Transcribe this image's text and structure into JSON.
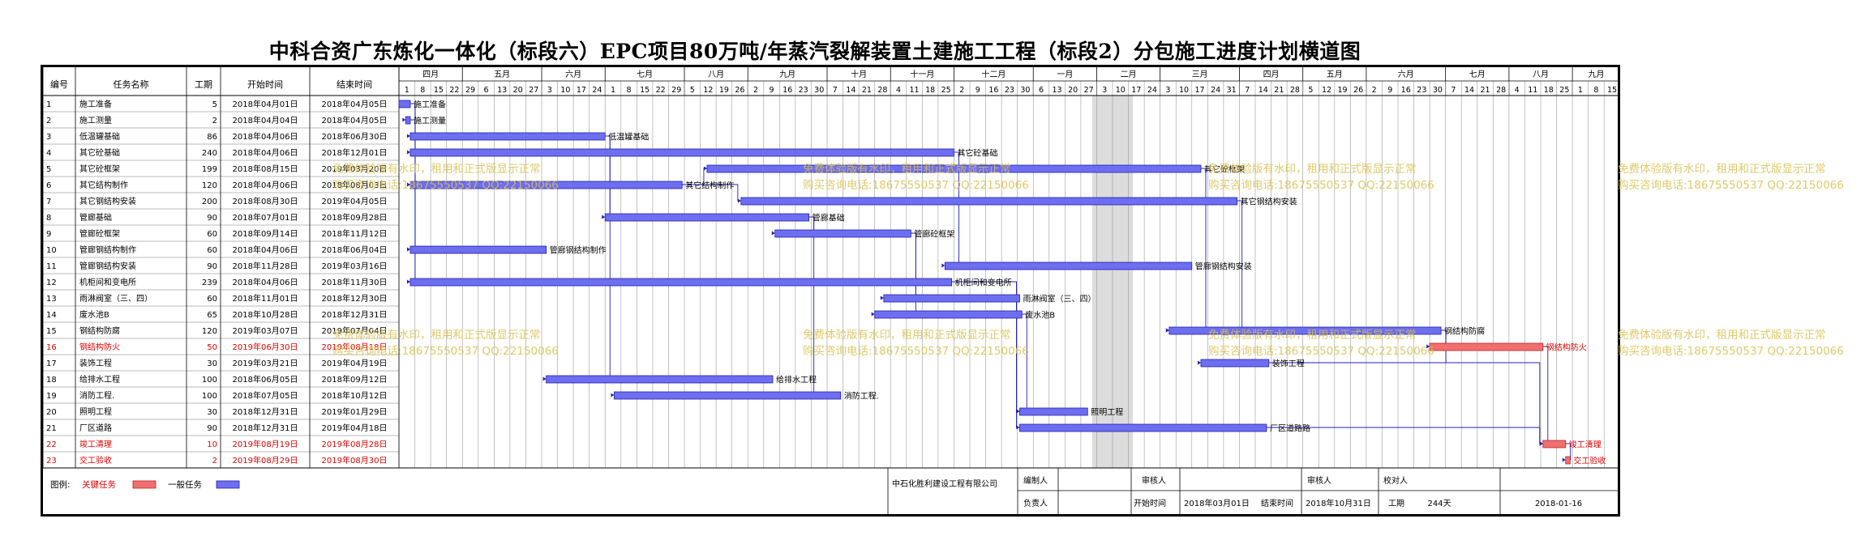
{
  "title": "中科合资广东炼化一体化（标段六）EPC项目80万吨/年蒸汽裂解装置土建施工工程（标段2）分包施工进度计划横道图",
  "colors": {
    "normal": "#6e6ef0",
    "normal_stroke": "#2020b0",
    "critical": "#f07070",
    "critical_stroke": "#c02020",
    "link": "#2020c0",
    "crit_text": "#e00000"
  },
  "headers": {
    "no": "编号",
    "name": "任务名称",
    "dur": "工期",
    "start": "开始时间",
    "end": "结束时间"
  },
  "months": [
    {
      "label": "四月",
      "days": [
        "1",
        "8",
        "15",
        "22"
      ]
    },
    {
      "label": "五月",
      "days": [
        "29",
        "6",
        "13",
        "20",
        "27"
      ]
    },
    {
      "label": "六月",
      "days": [
        "3",
        "10",
        "17",
        "24"
      ]
    },
    {
      "label": "七月",
      "days": [
        "1",
        "8",
        "15",
        "22",
        "29"
      ]
    },
    {
      "label": "八月",
      "days": [
        "5",
        "12",
        "19",
        "26"
      ]
    },
    {
      "label": "九月",
      "days": [
        "2",
        "9",
        "16",
        "23",
        "30"
      ]
    },
    {
      "label": "十月",
      "days": [
        "7",
        "14",
        "21",
        "28"
      ]
    },
    {
      "label": "十一月",
      "days": [
        "4",
        "11",
        "18",
        "25"
      ]
    },
    {
      "label": "十二月",
      "days": [
        "2",
        "9",
        "16",
        "23",
        "30"
      ]
    },
    {
      "label": "一月",
      "days": [
        "6",
        "13",
        "20",
        "27"
      ]
    },
    {
      "label": "二月",
      "days": [
        "3",
        "10",
        "17",
        "24"
      ]
    },
    {
      "label": "三月",
      "days": [
        "3",
        "10",
        "17",
        "24",
        "31"
      ]
    },
    {
      "label": "四月",
      "days": [
        "7",
        "14",
        "21",
        "28"
      ]
    },
    {
      "label": "五月",
      "days": [
        "5",
        "12",
        "19",
        "26"
      ]
    },
    {
      "label": "六月",
      "days": [
        "2",
        "9",
        "16",
        "23",
        "30"
      ]
    },
    {
      "label": "七月",
      "days": [
        "7",
        "14",
        "21",
        "28"
      ]
    },
    {
      "label": "八月",
      "days": [
        "4",
        "11",
        "18",
        "25"
      ]
    },
    {
      "label": "九月",
      "days": [
        "1",
        "8",
        "15"
      ]
    }
  ],
  "watermark": {
    "line1": "免费体验版有水印，租用和正式版显示正常",
    "line2": "购买咨询电话:18675550537 QQ:22150066"
  },
  "legend": {
    "label": "图例:",
    "critical": "关键任务",
    "normal": "一般任务"
  },
  "footer": {
    "company": "中石化胜利建设工程有限公司",
    "compiler_label": "编制人",
    "reviewer_label": "审核人",
    "approver_label": "审核人",
    "checker_label": "校对人",
    "leader_label": "负责人",
    "start_label": "开始时间",
    "start_value": "2018年03月01日",
    "end_label": "结束时间",
    "end_value": "2018年10月31日",
    "dur_label": "工期",
    "dur_value": "244天",
    "date_value": "2018-01-16"
  },
  "chart_data": {
    "type": "gantt",
    "x_range": [
      "2018-04-01",
      "2019-09-21"
    ],
    "shaded_range": [
      "2019-02-01",
      "2019-02-19"
    ],
    "tasks": [
      {
        "id": "1",
        "name": "施工准备",
        "dur": "5",
        "start": "2018年04月01日",
        "end": "2018年04月05日",
        "s": "2018-04-01",
        "e": "2018-04-05",
        "crit": false
      },
      {
        "id": "2",
        "name": "施工测量",
        "dur": "2",
        "start": "2018年04月04日",
        "end": "2018年04月05日",
        "s": "2018-04-04",
        "e": "2018-04-05",
        "crit": false
      },
      {
        "id": "3",
        "name": "低温罐基础",
        "dur": "86",
        "start": "2018年04月06日",
        "end": "2018年06月30日",
        "s": "2018-04-06",
        "e": "2018-06-30",
        "crit": false
      },
      {
        "id": "4",
        "name": "其它砼基础",
        "dur": "240",
        "start": "2018年04月06日",
        "end": "2018年12月01日",
        "s": "2018-04-06",
        "e": "2018-12-01",
        "crit": false
      },
      {
        "id": "5",
        "name": "其它砼框架",
        "dur": "199",
        "start": "2018年08月15日",
        "end": "2019年03月20日",
        "s": "2018-08-15",
        "e": "2019-03-20",
        "crit": false
      },
      {
        "id": "6",
        "name": "其它结构制作",
        "dur": "120",
        "start": "2018年04月06日",
        "end": "2018年08月03日",
        "s": "2018-04-06",
        "e": "2018-08-03",
        "crit": false
      },
      {
        "id": "7",
        "name": "其它钢结构安装",
        "dur": "200",
        "start": "2018年08月30日",
        "end": "2019年04月05日",
        "s": "2018-08-30",
        "e": "2019-04-05",
        "crit": false
      },
      {
        "id": "8",
        "name": "管廊基础",
        "dur": "90",
        "start": "2018年07月01日",
        "end": "2018年09月28日",
        "s": "2018-07-01",
        "e": "2018-09-28",
        "crit": false
      },
      {
        "id": "9",
        "name": "管廊砼框架",
        "dur": "60",
        "start": "2018年09月14日",
        "end": "2018年11月12日",
        "s": "2018-09-14",
        "e": "2018-11-12",
        "crit": false
      },
      {
        "id": "10",
        "name": "管廊钢结构制作",
        "dur": "60",
        "start": "2018年04月06日",
        "end": "2018年06月04日",
        "s": "2018-04-06",
        "e": "2018-06-04",
        "crit": false
      },
      {
        "id": "11",
        "name": "管廊钢结构安装",
        "dur": "90",
        "start": "2018年11月28日",
        "end": "2019年03月16日",
        "s": "2018-11-28",
        "e": "2019-03-16",
        "crit": false
      },
      {
        "id": "12",
        "name": "机柜间和变电所",
        "dur": "239",
        "start": "2018年04月06日",
        "end": "2018年11月30日",
        "s": "2018-04-06",
        "e": "2018-11-30",
        "crit": false
      },
      {
        "id": "13",
        "name": "雨淋阀室（三、四）",
        "dur": "60",
        "start": "2018年11月01日",
        "end": "2018年12月30日",
        "s": "2018-11-01",
        "e": "2018-12-30",
        "crit": false
      },
      {
        "id": "14",
        "name": "废水池B",
        "dur": "65",
        "start": "2018年10月28日",
        "end": "2018年12月31日",
        "s": "2018-10-28",
        "e": "2018-12-31",
        "crit": false
      },
      {
        "id": "15",
        "name": "钢结构防腐",
        "dur": "120",
        "start": "2019年03月07日",
        "end": "2019年07月04日",
        "s": "2019-03-07",
        "e": "2019-07-04",
        "crit": false
      },
      {
        "id": "16",
        "name": "钢结构防火",
        "dur": "50",
        "start": "2019年06月30日",
        "end": "2019年08月18日",
        "s": "2019-06-30",
        "e": "2019-08-18",
        "crit": true
      },
      {
        "id": "17",
        "name": "装饰工程",
        "dur": "30",
        "start": "2019年03月21日",
        "end": "2019年04月19日",
        "s": "2019-03-21",
        "e": "2019-04-19",
        "crit": false
      },
      {
        "id": "18",
        "name": "给排水工程",
        "dur": "100",
        "start": "2018年06月05日",
        "end": "2018年09月12日",
        "s": "2018-06-05",
        "e": "2018-09-12",
        "crit": false
      },
      {
        "id": "19",
        "name": "消防工程.",
        "dur": "100",
        "start": "2018年07月05日",
        "end": "2018年10月12日",
        "s": "2018-07-05",
        "e": "2018-10-12",
        "crit": false
      },
      {
        "id": "20",
        "name": "照明工程",
        "dur": "30",
        "start": "2018年12月31日",
        "end": "2019年01月29日",
        "s": "2018-12-31",
        "e": "2019-01-29",
        "crit": false
      },
      {
        "id": "21",
        "name": "厂区道路",
        "dur": "90",
        "start": "2018年12月31日",
        "end": "2019年04月18日",
        "s": "2018-12-31",
        "e": "2019-04-18",
        "crit": false
      },
      {
        "id": "22",
        "name": "竣工清理",
        "dur": "10",
        "start": "2019年08月19日",
        "end": "2019年08月28日",
        "s": "2019-08-19",
        "e": "2019-08-28",
        "crit": true
      },
      {
        "id": "23",
        "name": "交工验收",
        "dur": "2",
        "start": "2019年08月29日",
        "end": "2019年08月30日",
        "s": "2019-08-29",
        "e": "2019-08-30",
        "crit": true
      }
    ],
    "bar_labels": [
      "施工准备",
      "施工测量",
      "低温罐基础",
      "其它砼基础",
      "其它砼框架",
      "其它结构制作",
      "其它钢结构安装",
      "管廊基础",
      "管廊砼框架",
      "管廊钢结构制作",
      "管廊钢结构安装",
      "机柜间和变电所",
      "雨淋阀室（三、四）",
      "废水池B",
      "钢结构防腐",
      "钢结构防火",
      "装饰工程",
      "给排水工程",
      "消防工程.",
      "照明工程",
      "厂区道路路",
      "竣工清理",
      "交工验收"
    ],
    "links": [
      [
        1,
        2
      ],
      [
        1,
        3
      ],
      [
        2,
        4
      ],
      [
        2,
        6
      ],
      [
        2,
        10
      ],
      [
        2,
        12
      ],
      [
        3,
        8
      ],
      [
        3,
        18
      ],
      [
        6,
        5
      ],
      [
        6,
        7
      ],
      [
        8,
        9
      ],
      [
        8,
        19
      ],
      [
        4,
        11
      ],
      [
        5,
        15
      ],
      [
        7,
        15
      ],
      [
        9,
        13
      ],
      [
        9,
        14
      ],
      [
        12,
        20
      ],
      [
        12,
        21
      ],
      [
        15,
        16
      ],
      [
        15,
        17
      ],
      [
        16,
        22
      ],
      [
        22,
        23
      ],
      [
        17,
        22
      ],
      [
        21,
        22
      ],
      [
        14,
        20
      ]
    ]
  }
}
